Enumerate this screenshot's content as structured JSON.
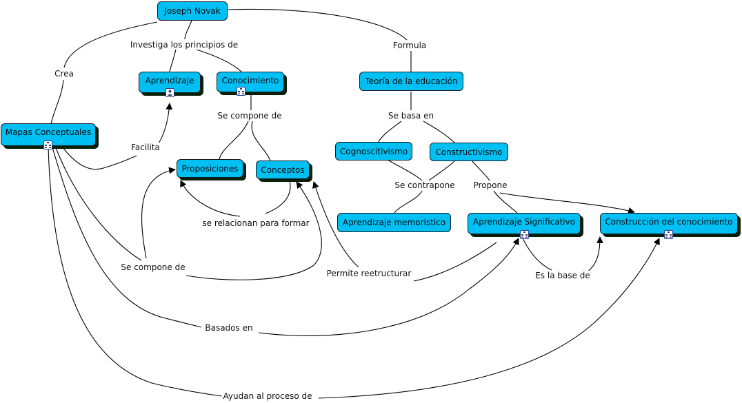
{
  "nodes": {
    "joseph_novak": "Joseph Novak",
    "aprendizaje": "Aprendizaje",
    "conocimiento": "Conocimiento",
    "mapas_conceptuales": "Mapas Conceptuales",
    "teoria_educacion": "Teoría de la educación",
    "cognoscitivismo": "Cognoscitivismo",
    "constructivismo": "Constructivismo",
    "proposiciones": "Proposiciones",
    "conceptos": "Conceptos",
    "aprendizaje_memoristico": "Aprendizaje memorístico",
    "aprendizaje_significativo": "Aprendizaje Significativo",
    "construccion_conocimiento": "Construcción del conocimiento"
  },
  "links": {
    "crea": "Crea",
    "investiga": "Investiga los principios de",
    "formula": "Formula",
    "se_compone_de_1": "Se compone de",
    "facilita": "Facilita",
    "se_basa_en": "Se basa en",
    "se_contrapone": "Se contrapone",
    "propone": "Propone",
    "se_relacionan": "se relacionan para formar",
    "se_compone_de_2": "Se compone de",
    "permite_reestructurar": "Permite reetructurar",
    "es_la_base_de": "Es la base de",
    "basados_en": "Basados en",
    "ayudan": "Ayudan al proceso de"
  },
  "colors": {
    "node_fill": "#00bff3",
    "node_shadow": "#0a1f0a",
    "line": "#000000",
    "badge_border": "#2b3f8a"
  },
  "icons": {
    "badge": "concept-map-resource-icon",
    "person_badge": "person-resource-icon"
  }
}
